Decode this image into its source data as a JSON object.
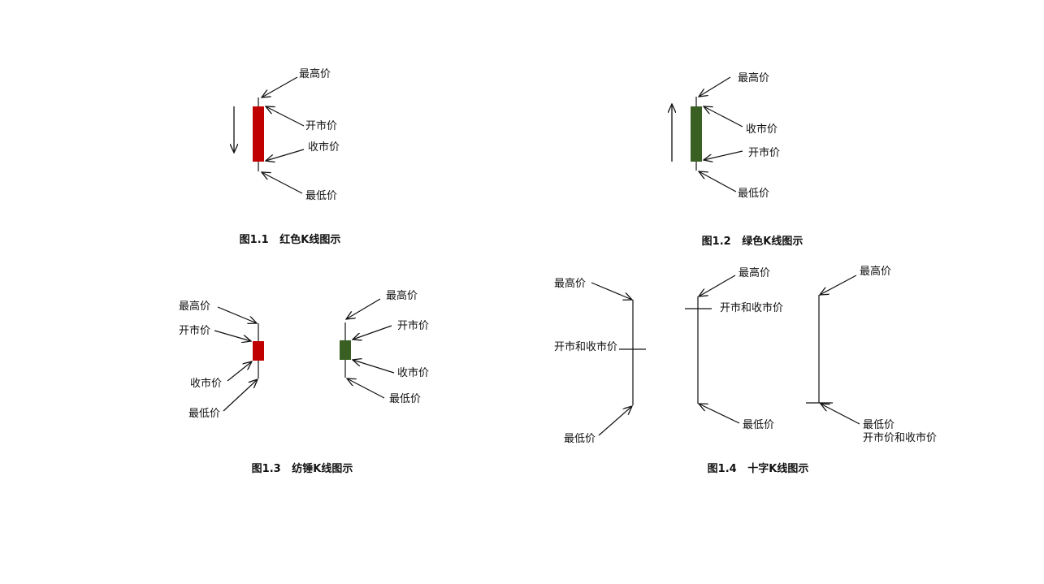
{
  "colors": {
    "red": "#c00000",
    "green": "#3a5f23",
    "line": "#111111"
  },
  "labels": {
    "high": "最高价",
    "open": "开市价",
    "close": "收市价",
    "low": "最低价",
    "open_and_close": "开市和收市价",
    "open_price_and_close": "开市价和收市价"
  },
  "figures": {
    "fig1": {
      "caption": "图1.1   红色K线图示"
    },
    "fig2": {
      "caption": "图1.2   绿色K线图示"
    },
    "fig3": {
      "caption": "图1.3   纺锤K线图示"
    },
    "fig4": {
      "caption": "图1.4   十字K线图示"
    }
  }
}
